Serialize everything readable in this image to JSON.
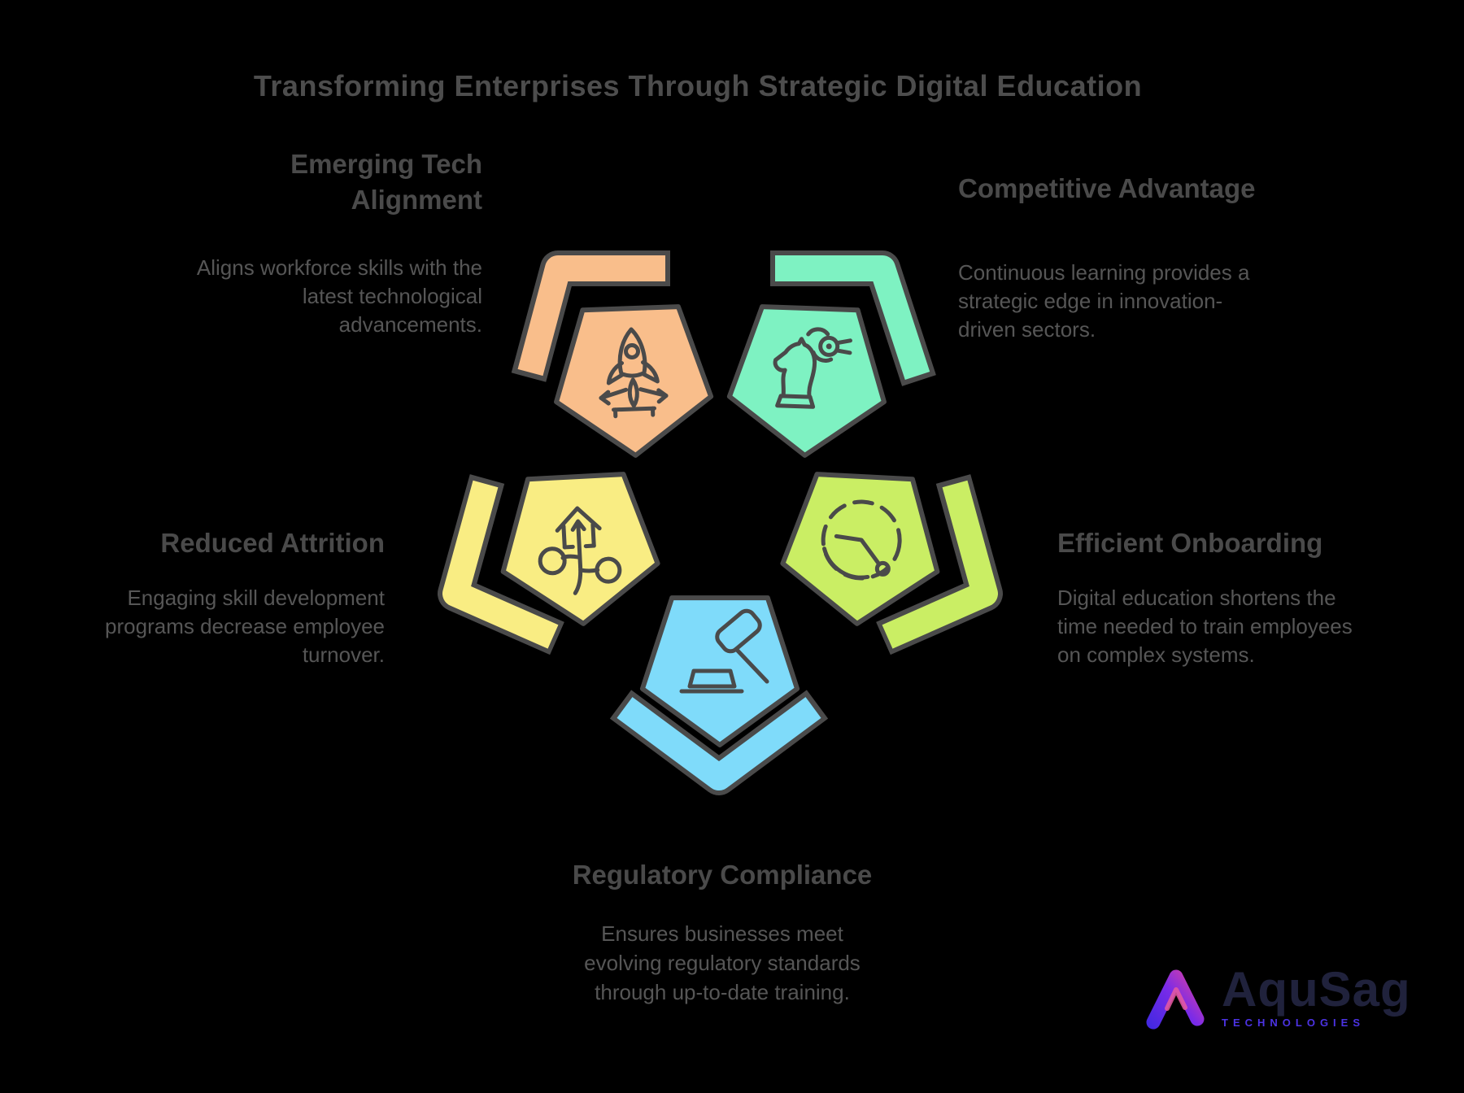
{
  "title": "Transforming Enterprises Through Strategic Digital Education",
  "sections": [
    {
      "id": "emerging-tech-alignment",
      "heading": "Emerging Tech\nAlignment",
      "body": "Aligns workforce skills with the\nlatest technological\nadvancements.",
      "color": "#F9BE8B",
      "icon": "rocket-launch-icon"
    },
    {
      "id": "competitive-advantage",
      "heading": "Competitive Advantage",
      "body": "Continuous learning provides a\nstrategic edge in innovation-\ndriven sectors.",
      "color": "#7EF2C2",
      "icon": "chess-knight-robot-icon"
    },
    {
      "id": "reduced-attrition",
      "heading": "Reduced Attrition",
      "body": "Engaging skill development\nprograms decrease employee\nturnover.",
      "color": "#F9ED83",
      "icon": "growth-branch-icon"
    },
    {
      "id": "efficient-onboarding",
      "heading": "Efficient Onboarding",
      "body": "Digital education shortens the\ntime needed to train employees\non complex systems.",
      "color": "#CAEE64",
      "icon": "dashed-clock-icon"
    },
    {
      "id": "regulatory-compliance",
      "heading": "Regulatory Compliance",
      "body": "Ensures businesses meet\nevolving regulatory standards\nthrough up-to-date training.",
      "color": "#7FDBFA",
      "icon": "gavel-icon"
    }
  ],
  "logo": {
    "brand": "AquSag",
    "subtitle": "TECHNOLOGIES"
  },
  "colors": {
    "background": "#000000",
    "outline": "#4A4A4A",
    "title_text": "#4D4D4D",
    "heading_text": "#4A4A4A",
    "body_text": "#565656",
    "logo_brand": "#20223C",
    "logo_subtitle": "#4C33E4",
    "logo_gradient_start": "#3B28E0",
    "logo_gradient_end": "#E8439A"
  }
}
